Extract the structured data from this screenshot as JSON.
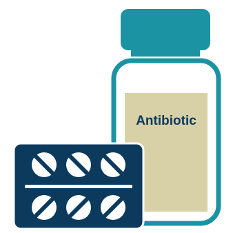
{
  "bottle": {
    "label_text": "Antibiotic"
  },
  "colors": {
    "cap": "#1b93a3",
    "bottle_outline": "#1b93a3",
    "label_fill": "#d8d1a8",
    "label_text": "#0b3a5c",
    "blister_fill": "#0b3a5c",
    "pill_fill": "#ffffff",
    "pill_score": "#0b3a5c",
    "background": "#ffffff"
  },
  "blister_pack": {
    "rows": 2,
    "pills_per_row": 3
  },
  "icons": [
    "pill-bottle-icon",
    "blister-pack-icon",
    "pill-icon"
  ]
}
